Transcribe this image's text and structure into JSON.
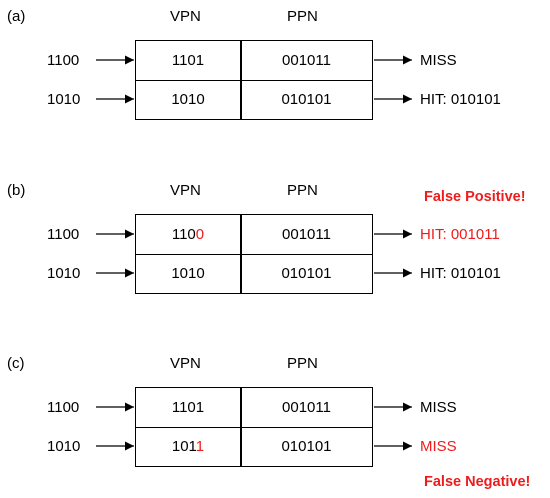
{
  "headers": {
    "vpn": "VPN",
    "ppn": "PPN"
  },
  "panels": [
    {
      "label": "(a)",
      "rows": [
        {
          "input": "1100",
          "vpn": "1101",
          "vpn_suffix": "",
          "ppn": "001011",
          "result": "MISS",
          "result_red": false
        },
        {
          "input": "1010",
          "vpn": "1010",
          "vpn_suffix": "",
          "ppn": "010101",
          "result": "HIT: 010101",
          "result_red": false
        }
      ]
    },
    {
      "label": "(b)",
      "note_top": "False Positive!",
      "rows": [
        {
          "input": "1100",
          "vpn": "110",
          "vpn_suffix": "0",
          "ppn": "001011",
          "result": "HIT: 001011",
          "result_red": true
        },
        {
          "input": "1010",
          "vpn": "1010",
          "vpn_suffix": "",
          "ppn": "010101",
          "result": "HIT: 010101",
          "result_red": false
        }
      ]
    },
    {
      "label": "(c)",
      "note_bottom": "False Negative!",
      "rows": [
        {
          "input": "1100",
          "vpn": "1101",
          "vpn_suffix": "",
          "ppn": "001011",
          "result": "MISS",
          "result_red": false
        },
        {
          "input": "1010",
          "vpn": "101",
          "vpn_suffix": "1",
          "ppn": "010101",
          "result": "MISS",
          "result_red": true
        }
      ]
    }
  ],
  "colors": {
    "highlight": "#ee1c1c",
    "line": "#000000"
  }
}
